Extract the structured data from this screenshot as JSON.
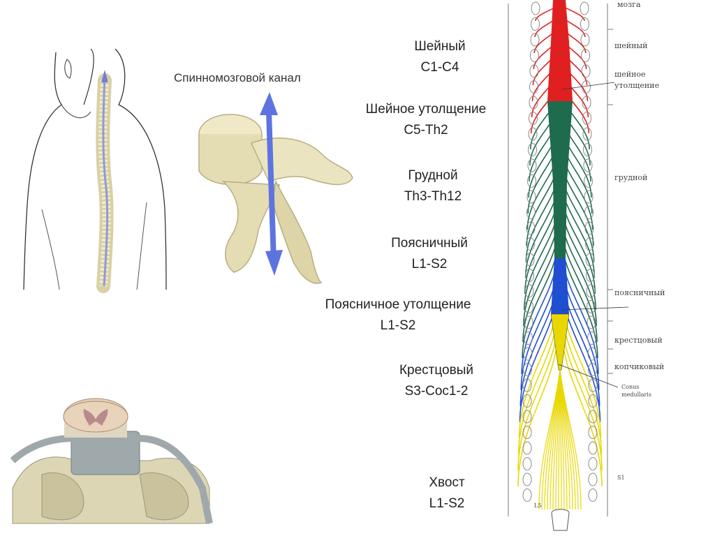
{
  "canal_caption": "Спинномозговой канал",
  "center_labels": [
    {
      "name": "Шейный",
      "range": "C1-C4"
    },
    {
      "name": "Шейное утолщение",
      "range": "C5-Th2"
    },
    {
      "name": "Грудной",
      "range": "Th3-Th12"
    },
    {
      "name": "Поясничный",
      "range": "L1-S2"
    },
    {
      "name": "Поясничное утолщение",
      "range": "L1-S2"
    },
    {
      "name": "Крестцовый",
      "range": "S3-Coc1-2"
    },
    {
      "name": "Хвост",
      "range": "L1-S2"
    }
  ],
  "schematic_labels": {
    "brain": "мозга",
    "cervical": "шейный",
    "cervical_enlargement_1": "шейное",
    "cervical_enlargement_2": "утолщение",
    "thoracic": "грудной",
    "lumbar": "поясничный",
    "sacral": "крестцовый",
    "coccygeal": "копчиковый",
    "conus_1": "Conus",
    "conus_2": "medullaris",
    "s1": "S1",
    "l5": "L5"
  },
  "segment_colors": {
    "cervical": "#e02020",
    "thoracic": "#1f6b4e",
    "lumbar": "#1f4fd0",
    "sacral": "#e8d800",
    "canal_arrow": "#5d74e0",
    "bone": "#e6dfb8"
  }
}
